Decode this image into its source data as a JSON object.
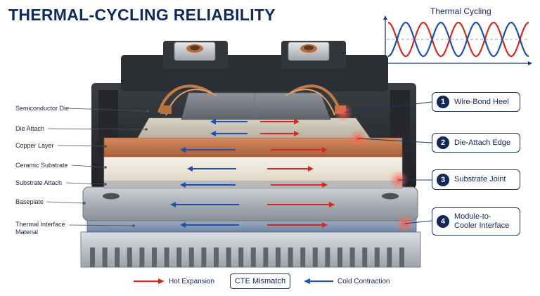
{
  "title": "THERMAL-CYCLING RELIABILITY",
  "thermal_graph": {
    "title": "Thermal Cycling"
  },
  "layers": [
    {
      "label": "Semiconductor Die"
    },
    {
      "label": "Die Attach"
    },
    {
      "label": "Copper Layer"
    },
    {
      "label": "Ceramic Substrate"
    },
    {
      "label": "Substrate Attach"
    },
    {
      "label": "Baseplate"
    },
    {
      "label": "Thermal Interface\nMaterial"
    }
  ],
  "callouts": [
    {
      "number": "1",
      "text": "Wire-Bond Heel"
    },
    {
      "number": "2",
      "text": "Die-Attach Edge"
    },
    {
      "number": "3",
      "text": "Substrate Joint"
    },
    {
      "number": "4",
      "text": "Module-to-Cooler Interface"
    }
  ],
  "legend": {
    "hot": "Hot Expansion",
    "center": "CTE Mismatch",
    "cold": "Cold Contraction"
  },
  "colors": {
    "title": "#0f2a5c",
    "hot": "#d42a1e",
    "cold": "#1f4fb5",
    "copper": "#c7764a",
    "ceramic": "#efe9dd",
    "housing": "#2a2c30"
  }
}
